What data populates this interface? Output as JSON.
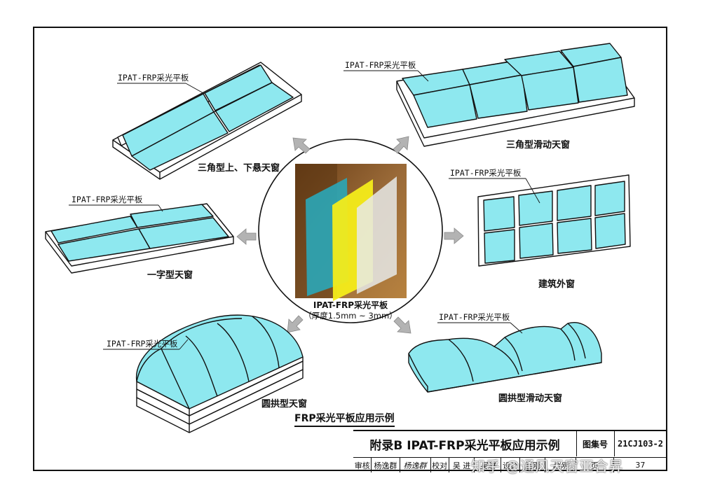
{
  "center": {
    "label": "IPAT-FRP采光平板",
    "thickness": "（厚度1.5mm ~ 3mm）"
  },
  "items": [
    {
      "label": "IPAT-FRP采光平板",
      "caption": "三角型上、下悬天窗"
    },
    {
      "label": "IPAT-FRP采光平板",
      "caption": "三角型滑动天窗"
    },
    {
      "label": "IPAT-FRP采光平板",
      "caption": "一字型天窗"
    },
    {
      "label": "IPAT-FRP采光平板",
      "caption": "建筑外窗"
    },
    {
      "label": "IPAT-FRP采光平板",
      "caption": "圆拱型天窗"
    },
    {
      "label": "IPAT-FRP采光平板",
      "caption": "圆拱型滑动天窗"
    }
  ],
  "main_title": "FRP采光平板应用示例",
  "title_block": {
    "title": "附录B  IPAT-FRP采光平板应用示例",
    "atlas_label": "图集号",
    "atlas_no": "21CJ103-2",
    "row": [
      "审核",
      "杨逸群",
      "杨逸群",
      "校对",
      "吴 进",
      "吴进",
      "设计",
      "赵刚",
      "赵刚",
      "页",
      "37"
    ]
  },
  "watermark": "知乎 @通风天窗亚合昇",
  "colors": {
    "glass": "#8ee8ef",
    "frame": "#ffffff",
    "outline": "#111111",
    "arrow": "#aaaaaa",
    "panel_bg": "#8a5a2a",
    "panel_blue": "#2aa7b8",
    "panel_yellow": "#f4ec1a",
    "panel_white": "#dfe3e3"
  }
}
